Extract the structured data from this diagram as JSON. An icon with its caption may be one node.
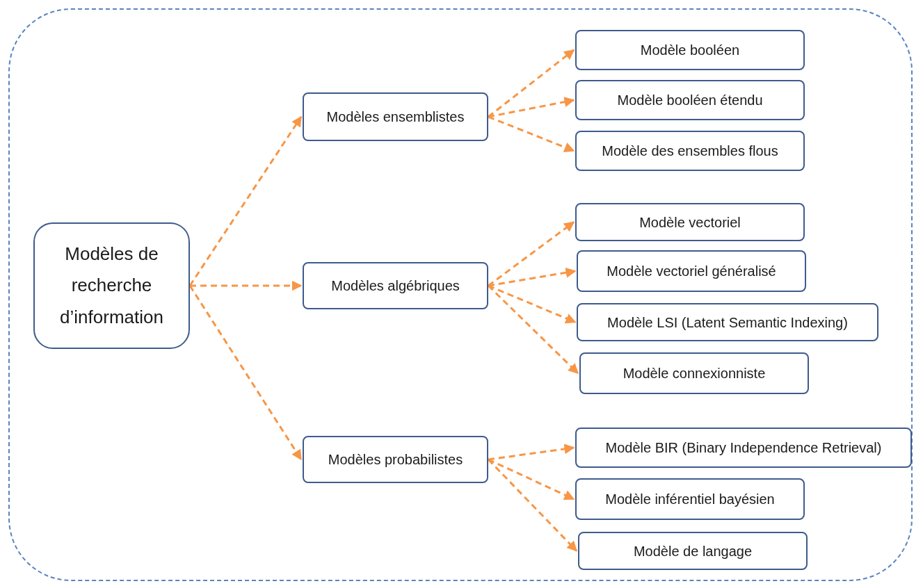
{
  "diagram": {
    "nodes": [
      {
        "text": [
          "Modèles de recherche d’information"
        ]
      },
      {
        "text": [
          "Modèles ensemblistes"
        ]
      },
      {
        "text": [
          "Modèles algébriques"
        ]
      },
      {
        "text": [
          "Modèles probabilistes"
        ]
      },
      {
        "text": [
          "Modèle booléen"
        ]
      },
      {
        "text": [
          "Modèle booléen étendu"
        ]
      },
      {
        "text": [
          "Modèle des ensembles flous"
        ]
      },
      {
        "text": [
          "Modèle vectoriel"
        ]
      },
      {
        "text": [
          "Modèle vectoriel généralisé"
        ]
      },
      {
        "text": [
          "Modèle LSI (Latent Semantic Indexing)"
        ]
      },
      {
        "text": [
          "Modèle connexionniste"
        ]
      },
      {
        "text": [
          "Modèle BIR (Binary Independence Retrieval)"
        ]
      },
      {
        "text": [
          "Modèle inférentiel bayésien"
        ]
      },
      {
        "text": [
          "Modèle de langage"
        ]
      }
    ],
    "edges": [
      {
        "from": 0,
        "to": 1,
        "arrow": "to",
        "style": "dashed"
      },
      {
        "from": 0,
        "to": 2,
        "arrow": "to",
        "style": "dashed"
      },
      {
        "from": 0,
        "to": 3,
        "arrow": "to",
        "style": "dashed"
      },
      {
        "from": 1,
        "to": 4,
        "arrow": "to",
        "style": "dashed"
      },
      {
        "from": 1,
        "to": 5,
        "arrow": "to",
        "style": "dashed"
      },
      {
        "from": 1,
        "to": 6,
        "arrow": "to",
        "style": "dashed"
      },
      {
        "from": 2,
        "to": 7,
        "arrow": "to",
        "style": "dashed"
      },
      {
        "from": 2,
        "to": 8,
        "arrow": "to",
        "style": "dashed"
      },
      {
        "from": 2,
        "to": 9,
        "arrow": "to",
        "style": "dashed"
      },
      {
        "from": 2,
        "to": 10,
        "arrow": "to",
        "style": "dashed"
      },
      {
        "from": 3,
        "to": 11,
        "arrow": "to",
        "style": "dashed"
      },
      {
        "from": 3,
        "to": 12,
        "arrow": "to",
        "style": "dashed"
      },
      {
        "from": 3,
        "to": 13,
        "arrow": "to",
        "style": "dashed"
      }
    ]
  }
}
